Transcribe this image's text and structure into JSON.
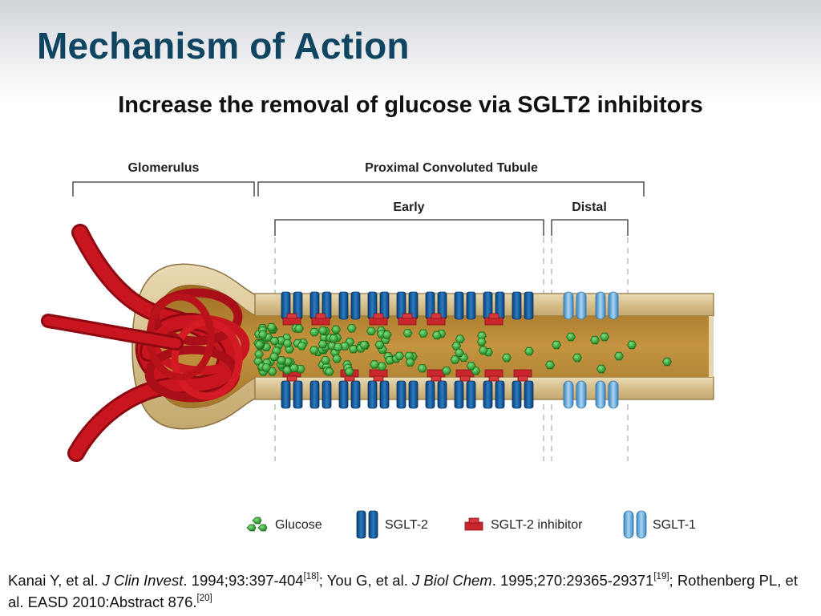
{
  "slide": {
    "title": "Mechanism of Action",
    "subtitle": "Increase the removal of glucose via SGLT2 inhibitors"
  },
  "diagram": {
    "labels": {
      "glomerulus": "Glomerulus",
      "tubule": "Proximal Convoluted Tubule",
      "early": "Early",
      "distal": "Distal"
    },
    "colors": {
      "tubule_wall": "#d8c191",
      "lumen": "#b8862e",
      "capillary": "#c0141c",
      "sglt2": "#1565a8",
      "sglt1": "#5fa7dc",
      "inhibitor": "#c8252c",
      "glucose": "#2e9e2e"
    }
  },
  "legend": [
    {
      "icon": "glucose-icon",
      "label": "Glucose"
    },
    {
      "icon": "sglt2-icon",
      "label": "SGLT-2"
    },
    {
      "icon": "sglt2-inhibitor-icon",
      "label": "SGLT-2 inhibitor"
    },
    {
      "icon": "sglt1-icon",
      "label": "SGLT-1"
    }
  ],
  "citation": {
    "a1": "Kanai Y, et al. ",
    "a1_journal": "J Clin Invest",
    "a1_rest": ". 1994;93:397-404",
    "ref1": "[18]",
    "a2": "; You G, et al. ",
    "a2_journal": "J Biol Chem",
    "a2_rest": ". 1995;270:29365-29371",
    "ref2": "[19]",
    "a3": "; Rothenberg PL, et al. EASD 2010:Abstract 876.",
    "ref3": "[20]"
  }
}
